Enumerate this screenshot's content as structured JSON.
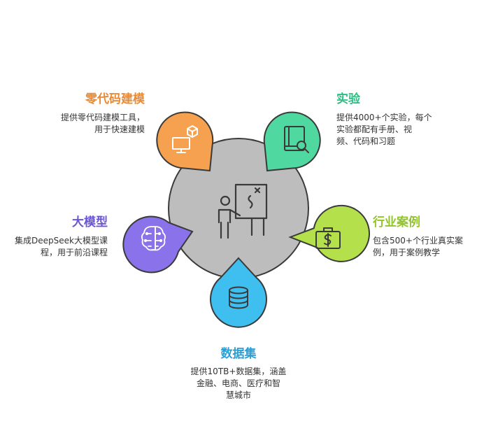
{
  "colors": {
    "center": "#bdbdbd",
    "stroke": "#3a3a3a",
    "lowcode": "#f5a14f",
    "lab": "#4fd9a0",
    "cases": "#b4e04c",
    "datasets": "#3fbef0",
    "llm": "#8a73ea",
    "lowcode_title": "#e98b36",
    "lab_title": "#2cbf83",
    "cases_title": "#92c42c",
    "datasets_title": "#2a9fd6",
    "llm_title": "#6a55d9"
  },
  "nodes": {
    "lowcode": {
      "title": "零代码建模",
      "desc_lines": [
        "提供零代码建模工具，",
        "用于快速建模"
      ],
      "icon": "computer-box-icon"
    },
    "lab": {
      "title": "实验",
      "desc_lines": [
        "提供4000+个实验，每个",
        "实验都配有手册、视",
        "频、代码和习题"
      ],
      "icon": "book-magnifier-icon"
    },
    "cases": {
      "title": "行业案例",
      "desc_lines": [
        "包含500+个行业真实案",
        "例，用于案例教学"
      ],
      "icon": "briefcase-dollar-icon"
    },
    "datasets": {
      "title": "数据集",
      "desc_lines": [
        "提供10TB+数据集，涵盖",
        "金融、电商、医疗和智",
        "慧城市"
      ],
      "icon": "database-icon"
    },
    "llm": {
      "title": "大模型",
      "desc_lines": [
        "集成DeepSeek大模型课",
        "程，用于前沿课程"
      ],
      "icon": "brain-circuit-icon"
    }
  },
  "center": {
    "icon": "teacher-board-icon"
  }
}
